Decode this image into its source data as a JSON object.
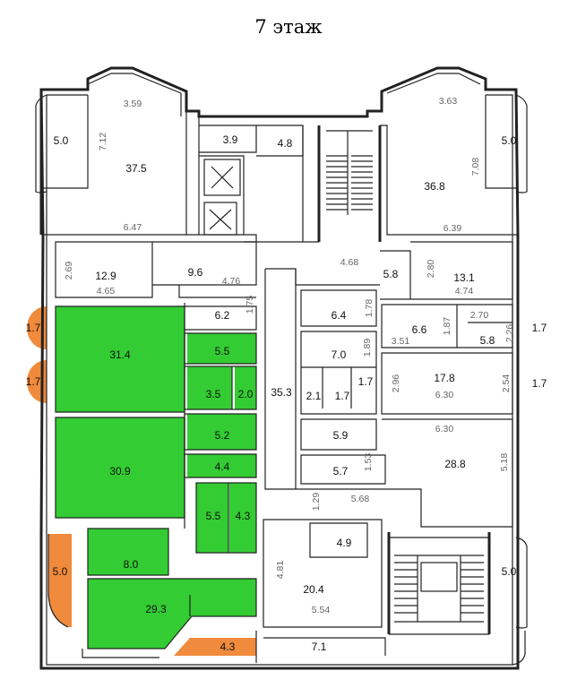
{
  "title": "7 этаж",
  "colors": {
    "selected": "#33cc33",
    "balcony": "#f08a3c",
    "wall": "#222222",
    "outline": "#222222"
  },
  "rooms": [
    {
      "id": "r-37-5",
      "area": "37.5",
      "fill": "none"
    },
    {
      "id": "r-3-9",
      "area": "3.9",
      "fill": "none"
    },
    {
      "id": "r-4-8",
      "area": "4.8",
      "fill": "none"
    },
    {
      "id": "r-36-8",
      "area": "36.8",
      "fill": "none"
    },
    {
      "id": "r-12-9",
      "area": "12.9",
      "fill": "none"
    },
    {
      "id": "r-9-6",
      "area": "9.6",
      "fill": "none"
    },
    {
      "id": "r-5-8",
      "area": "5.8",
      "fill": "none"
    },
    {
      "id": "r-13-1",
      "area": "13.1",
      "fill": "none"
    },
    {
      "id": "r-6-2",
      "area": "6.2",
      "fill": "none"
    },
    {
      "id": "r-6-4",
      "area": "6.4",
      "fill": "none"
    },
    {
      "id": "r-6-6",
      "area": "6.6",
      "fill": "none"
    },
    {
      "id": "r-5-8b",
      "area": "5.8",
      "fill": "none"
    },
    {
      "id": "r-31-4",
      "area": "31.4",
      "fill": "selected"
    },
    {
      "id": "r-5-5",
      "area": "5.5",
      "fill": "selected"
    },
    {
      "id": "r-35-3",
      "area": "35.3",
      "fill": "none"
    },
    {
      "id": "r-7-0",
      "area": "7.0",
      "fill": "none"
    },
    {
      "id": "r-17-8",
      "area": "17.8",
      "fill": "none"
    },
    {
      "id": "r-3-5",
      "area": "3.5",
      "fill": "selected"
    },
    {
      "id": "r-2-0",
      "area": "2.0",
      "fill": "selected"
    },
    {
      "id": "r-2-1",
      "area": "2.1",
      "fill": "none"
    },
    {
      "id": "r-1-7i",
      "area": "1.7",
      "fill": "none"
    },
    {
      "id": "r-1-7j",
      "area": "1.7",
      "fill": "none"
    },
    {
      "id": "r-5-2",
      "area": "5.2",
      "fill": "selected"
    },
    {
      "id": "r-5-9",
      "area": "5.9",
      "fill": "none"
    },
    {
      "id": "r-30-9",
      "area": "30.9",
      "fill": "selected"
    },
    {
      "id": "r-4-4",
      "area": "4.4",
      "fill": "selected"
    },
    {
      "id": "r-5-7",
      "area": "5.7",
      "fill": "none"
    },
    {
      "id": "r-28-8",
      "area": "28.8",
      "fill": "none"
    },
    {
      "id": "r-5-5b",
      "area": "5.5",
      "fill": "selected"
    },
    {
      "id": "r-4-3",
      "area": "4.3",
      "fill": "selected"
    },
    {
      "id": "r-4-9",
      "area": "4.9",
      "fill": "none"
    },
    {
      "id": "r-8-0",
      "area": "8.0",
      "fill": "selected"
    },
    {
      "id": "r-20-4",
      "area": "20.4",
      "fill": "none"
    },
    {
      "id": "r-29-3",
      "area": "29.3",
      "fill": "selected"
    },
    {
      "id": "r-4-3b",
      "area": "4.3",
      "fill": "balcony"
    },
    {
      "id": "r-7-1",
      "area": "7.1",
      "fill": "none"
    },
    {
      "id": "b-left-1",
      "area": "1.7",
      "fill": "balcony"
    },
    {
      "id": "b-left-2",
      "area": "1.7",
      "fill": "balcony"
    },
    {
      "id": "b-left-5",
      "area": "5.0",
      "fill": "balcony"
    },
    {
      "id": "b-tl-5",
      "area": "5.0",
      "fill": "none"
    },
    {
      "id": "b-tr-5",
      "area": "5.0",
      "fill": "none"
    },
    {
      "id": "b-r-1a",
      "area": "1.7",
      "fill": "none"
    },
    {
      "id": "b-r-1b",
      "area": "1.7",
      "fill": "none"
    },
    {
      "id": "b-br-5",
      "area": "5.0",
      "fill": "none"
    }
  ],
  "dimensions": [
    {
      "id": "d-3-59",
      "value": "3.59"
    },
    {
      "id": "d-7-12",
      "value": "7.12"
    },
    {
      "id": "d-6-47",
      "value": "6.47"
    },
    {
      "id": "d-3-63",
      "value": "3.63"
    },
    {
      "id": "d-7-08",
      "value": "7.08"
    },
    {
      "id": "d-6-39",
      "value": "6.39"
    },
    {
      "id": "d-2-69",
      "value": "2.69"
    },
    {
      "id": "d-4-65",
      "value": "4.65"
    },
    {
      "id": "d-4-76",
      "value": "4.76"
    },
    {
      "id": "d-4-68",
      "value": "4.68"
    },
    {
      "id": "d-2-80",
      "value": "2.80"
    },
    {
      "id": "d-4-74",
      "value": "4.74"
    },
    {
      "id": "d-1-75",
      "value": "1.75"
    },
    {
      "id": "d-1-78",
      "value": "1.78"
    },
    {
      "id": "d-1-87",
      "value": "1.87"
    },
    {
      "id": "d-2-70",
      "value": "2.70"
    },
    {
      "id": "d-2-26",
      "value": "2.26"
    },
    {
      "id": "d-1-89",
      "value": "1.89"
    },
    {
      "id": "d-3-51",
      "value": "3.51"
    },
    {
      "id": "d-2-96",
      "value": "2.96"
    },
    {
      "id": "d-6-30a",
      "value": "6.30"
    },
    {
      "id": "d-2-54",
      "value": "2.54"
    },
    {
      "id": "d-6-30b",
      "value": "6.30"
    },
    {
      "id": "d-5-18",
      "value": "5.18"
    },
    {
      "id": "d-1-53",
      "value": "1.53"
    },
    {
      "id": "d-5-68",
      "value": "5.68"
    },
    {
      "id": "d-1-29",
      "value": "1.29"
    },
    {
      "id": "d-4-81",
      "value": "4.81"
    },
    {
      "id": "d-5-54",
      "value": "5.54"
    }
  ]
}
